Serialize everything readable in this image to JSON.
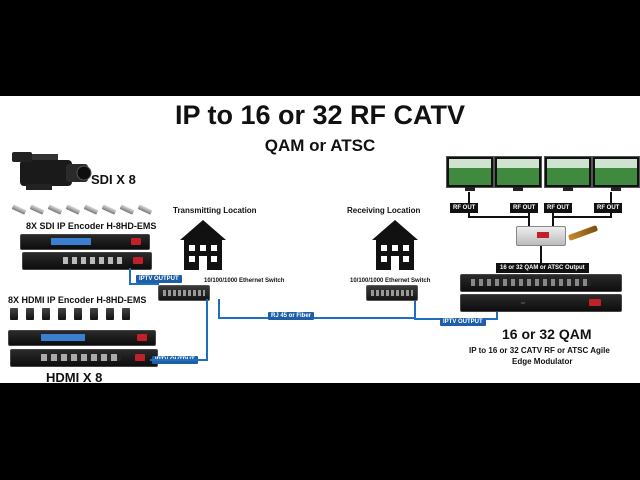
{
  "header": {
    "title": "IP to 16 or 32 RF CATV",
    "subtitle": "QAM or ATSC"
  },
  "labels": {
    "sdi_count": "SDI X 8",
    "sdi_encoder": "8X SDI IP Encoder H-8HD-EMS",
    "hdmi_encoder": "8X HDMI IP Encoder H-8HD-EMS",
    "hdmi_count": "HDMI X 8",
    "transmitting": "Transmitting Location",
    "receiving": "Receiving Location",
    "switch_tx": "10/100/1000 Ethernet Switch",
    "switch_rx": "10/100/1000 Ethernet Switch",
    "iptv_output_sdi": "IPTV OUTPUT",
    "iptv_output_hdmi": "IPTV OUTPUT",
    "iptv_output_rx": "IPTV OUTPUT",
    "link": "RJ 45 or Fiber",
    "qam_output": "16 or 32 QAM or ATSC Output",
    "qam_title": "16 or 32 QAM",
    "qam_desc_line1": "IP to 16 or 32 CATV RF or ATSC Agile",
    "qam_desc_line2": "Edge Modulator",
    "rf_out": [
      "RF OUT",
      "RF OUT",
      "RF OUT",
      "RF OUT"
    ]
  },
  "colors": {
    "cable": "#1f6fc0",
    "tag": "#1f5fa8",
    "background": "#ffffff",
    "letterbox": "#000000"
  },
  "icons": [
    "camera-icon",
    "house-icon",
    "tv-icon",
    "rf-splitter-icon"
  ]
}
